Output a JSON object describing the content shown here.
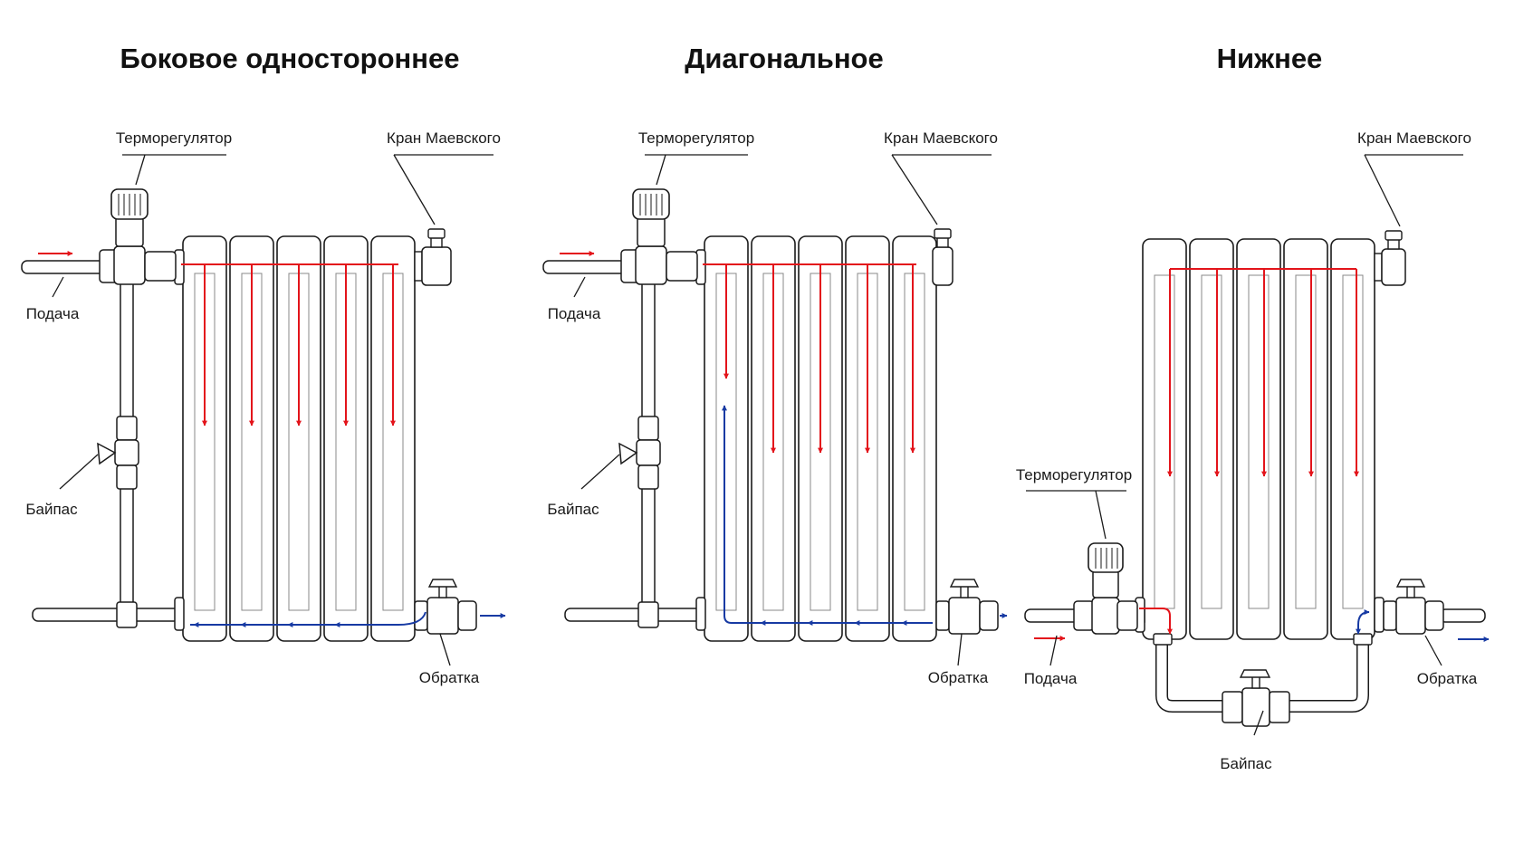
{
  "colors": {
    "supply": "#e3141b",
    "return": "#173aa3",
    "outline": "#1a1a1a",
    "background": "#ffffff"
  },
  "schemes": [
    {
      "title": "Боковое одностороннее",
      "labels": {
        "thermostat": "Терморегулятор",
        "bleed_valve": "Кран Маевского",
        "supply": "Подача",
        "bypass": "Байпас",
        "return": "Обратка"
      }
    },
    {
      "title": "Диагональное",
      "labels": {
        "thermostat": "Терморегулятор",
        "bleed_valve": "Кран Маевского",
        "supply": "Подача",
        "bypass": "Байпас",
        "return": "Обратка"
      }
    },
    {
      "title": "Нижнее",
      "labels": {
        "thermostat": "Терморегулятор",
        "bleed_valve": "Кран Маевского",
        "supply": "Подача",
        "bypass": "Байпас",
        "return": "Обратка"
      }
    }
  ]
}
